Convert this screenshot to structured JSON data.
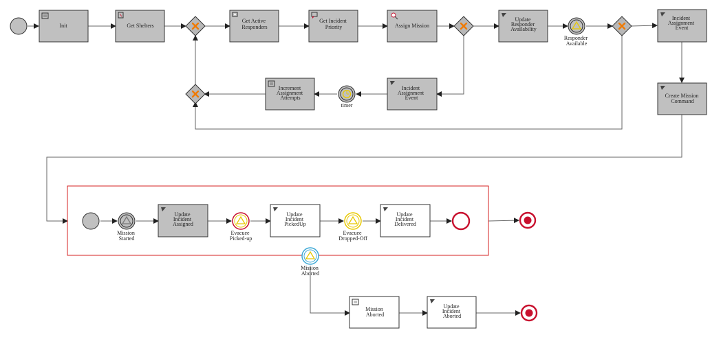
{
  "tasks": {
    "init": "Init",
    "get_shelters": "Get Shelters",
    "get_active_responders": [
      "Get Active",
      "Responders"
    ],
    "get_incident_priority": [
      "Get Incident",
      "Priority"
    ],
    "assign_mission": "Assign Mission",
    "update_responder_availability": [
      "Update",
      "Responder",
      "Availability"
    ],
    "incident_assignment_event_top": [
      "Incident",
      "Assignment",
      "Event"
    ],
    "create_mission_command": [
      "Create Mission",
      "Command"
    ],
    "incident_assignment_event_loop": [
      "Incident",
      "Assignment",
      "Event"
    ],
    "increment_assignment_attempts": [
      "Increment",
      "Assignment",
      "Attempts"
    ],
    "update_incident_assigned": [
      "Update",
      "Incident",
      "Assigned"
    ],
    "update_incident_pickedup": [
      "Update",
      "Incident",
      "PickedUp"
    ],
    "update_incident_delivered": [
      "Update",
      "Incident",
      "Delivered"
    ],
    "mission_aborted_task": [
      "Mission",
      "Aborted"
    ],
    "update_incident_aborted": [
      "Update",
      "Incident",
      "Aborted"
    ]
  },
  "events": {
    "responder_available": [
      "Responder",
      "Available"
    ],
    "timer": [
      "timer"
    ],
    "mission_started": [
      "Mission",
      "Started"
    ],
    "evacuee_pickedup": [
      "Evacuee",
      "Picked-up"
    ],
    "evacuee_droppedoff": [
      "Evacuee",
      "Dropped-Off"
    ],
    "mission_aborted_event": [
      "Mission",
      "Aborted"
    ]
  },
  "colors": {
    "task_fill": "#c0c0c0",
    "gateway_marker": "#f07a00",
    "subprocess_border": "#d62020",
    "end_event": "#c8102e",
    "signal_event": "#e8c800",
    "boundary_event": "#3fa9d6"
  }
}
